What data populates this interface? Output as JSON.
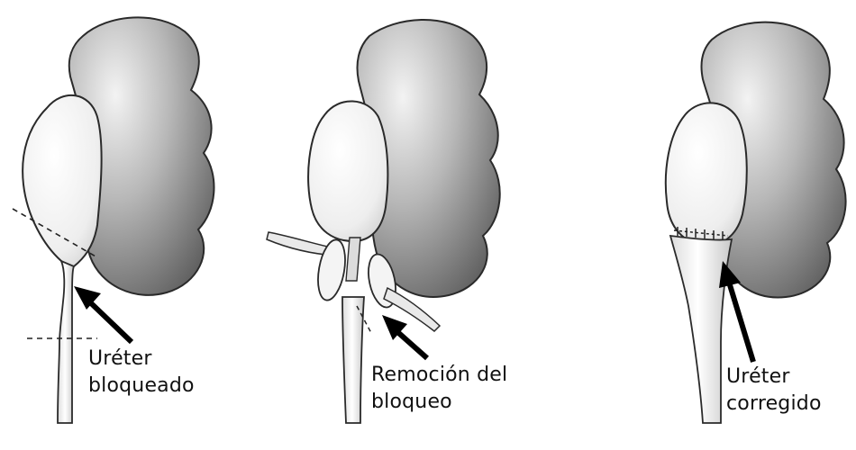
{
  "panels": [
    {
      "label_lines": [
        "Uréter",
        "bloqueado"
      ]
    },
    {
      "label_lines": [
        "Remoción del",
        "bloqueo"
      ]
    },
    {
      "label_lines": [
        "Uréter",
        "corregido"
      ]
    }
  ],
  "colors": {
    "outline": "#2a2a2a",
    "kidney_dark": "#6f6f6f",
    "kidney_light": "#f2f2f2",
    "pelvis_fill": "#f4f4f4",
    "arrow": "#000000"
  },
  "icons": {
    "arrow": "arrow-pointer",
    "cut_line": "dashed-line",
    "suture": "stitch-marks"
  }
}
